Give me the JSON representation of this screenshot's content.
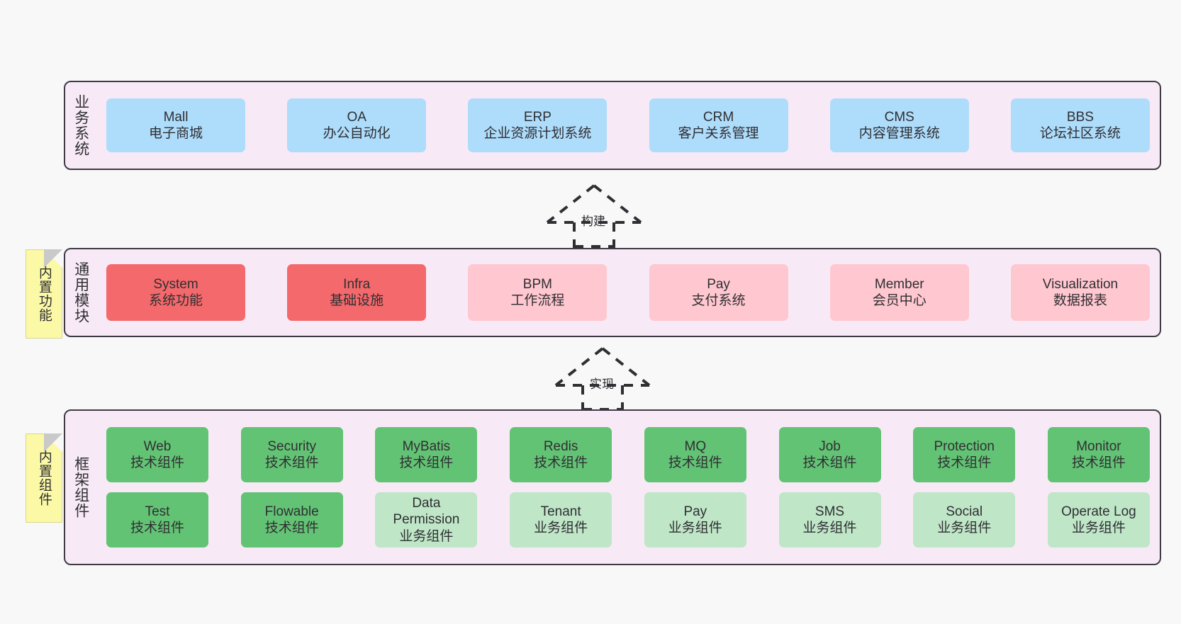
{
  "diagram": {
    "background_color": "#f8f8f8",
    "layer_border_color": "#3f3a44",
    "layer_bg_color": "#f7eaf6",
    "sticky_color": "#fbf9a6"
  },
  "layers": [
    {
      "id": "business",
      "title": "业务系统",
      "card_color": "#aedcfb",
      "cards": [
        {
          "name": "Mall",
          "desc": "电子商城"
        },
        {
          "name": "OA",
          "desc": "办公自动化"
        },
        {
          "name": "ERP",
          "desc": "企业资源计划系统"
        },
        {
          "name": "CRM",
          "desc": "客户关系管理"
        },
        {
          "name": "CMS",
          "desc": "内容管理系统"
        },
        {
          "name": "BBS",
          "desc": "论坛社区系统"
        }
      ]
    },
    {
      "id": "modules",
      "title": "通用模块",
      "sticky": "内置功能",
      "card_color_strong": "#f4696b",
      "card_color_light": "#ffc7cf",
      "cards": [
        {
          "name": "System",
          "desc": "系统功能",
          "tone": "strong"
        },
        {
          "name": "Infra",
          "desc": "基础设施",
          "tone": "strong"
        },
        {
          "name": "BPM",
          "desc": "工作流程",
          "tone": "light"
        },
        {
          "name": "Pay",
          "desc": "支付系统",
          "tone": "light"
        },
        {
          "name": "Member",
          "desc": "会员中心",
          "tone": "light"
        },
        {
          "name": "Visualization",
          "desc": "数据报表",
          "tone": "light"
        }
      ]
    },
    {
      "id": "framework",
      "title": "框架组件",
      "sticky": "内置组件",
      "card_color_strong": "#63c374",
      "card_color_light": "#bfe6c7",
      "rows": [
        [
          {
            "name": "Web",
            "desc": "技术组件",
            "tone": "strong"
          },
          {
            "name": "Security",
            "desc": "技术组件",
            "tone": "strong"
          },
          {
            "name": "MyBatis",
            "desc": "技术组件",
            "tone": "strong"
          },
          {
            "name": "Redis",
            "desc": "技术组件",
            "tone": "strong"
          },
          {
            "name": "MQ",
            "desc": "技术组件",
            "tone": "strong"
          },
          {
            "name": "Job",
            "desc": "技术组件",
            "tone": "strong"
          },
          {
            "name": "Protection",
            "desc": "技术组件",
            "tone": "strong"
          },
          {
            "name": "Monitor",
            "desc": "技术组件",
            "tone": "strong"
          }
        ],
        [
          {
            "name": "Test",
            "desc": "技术组件",
            "tone": "strong"
          },
          {
            "name": "Flowable",
            "desc": "技术组件",
            "tone": "strong"
          },
          {
            "name": "Data Permission",
            "desc": "业务组件",
            "tone": "light"
          },
          {
            "name": "Tenant",
            "desc": "业务组件",
            "tone": "light"
          },
          {
            "name": "Pay",
            "desc": "业务组件",
            "tone": "light"
          },
          {
            "name": "SMS",
            "desc": "业务组件",
            "tone": "light"
          },
          {
            "name": "Social",
            "desc": "业务组件",
            "tone": "light"
          },
          {
            "name": "Operate Log",
            "desc": "业务组件",
            "tone": "light"
          }
        ]
      ]
    }
  ],
  "connectors": [
    {
      "id": "build",
      "label": "构建",
      "style": "dashed-generalization-up"
    },
    {
      "id": "impl",
      "label": "实现",
      "style": "dashed-generalization-up"
    }
  ]
}
